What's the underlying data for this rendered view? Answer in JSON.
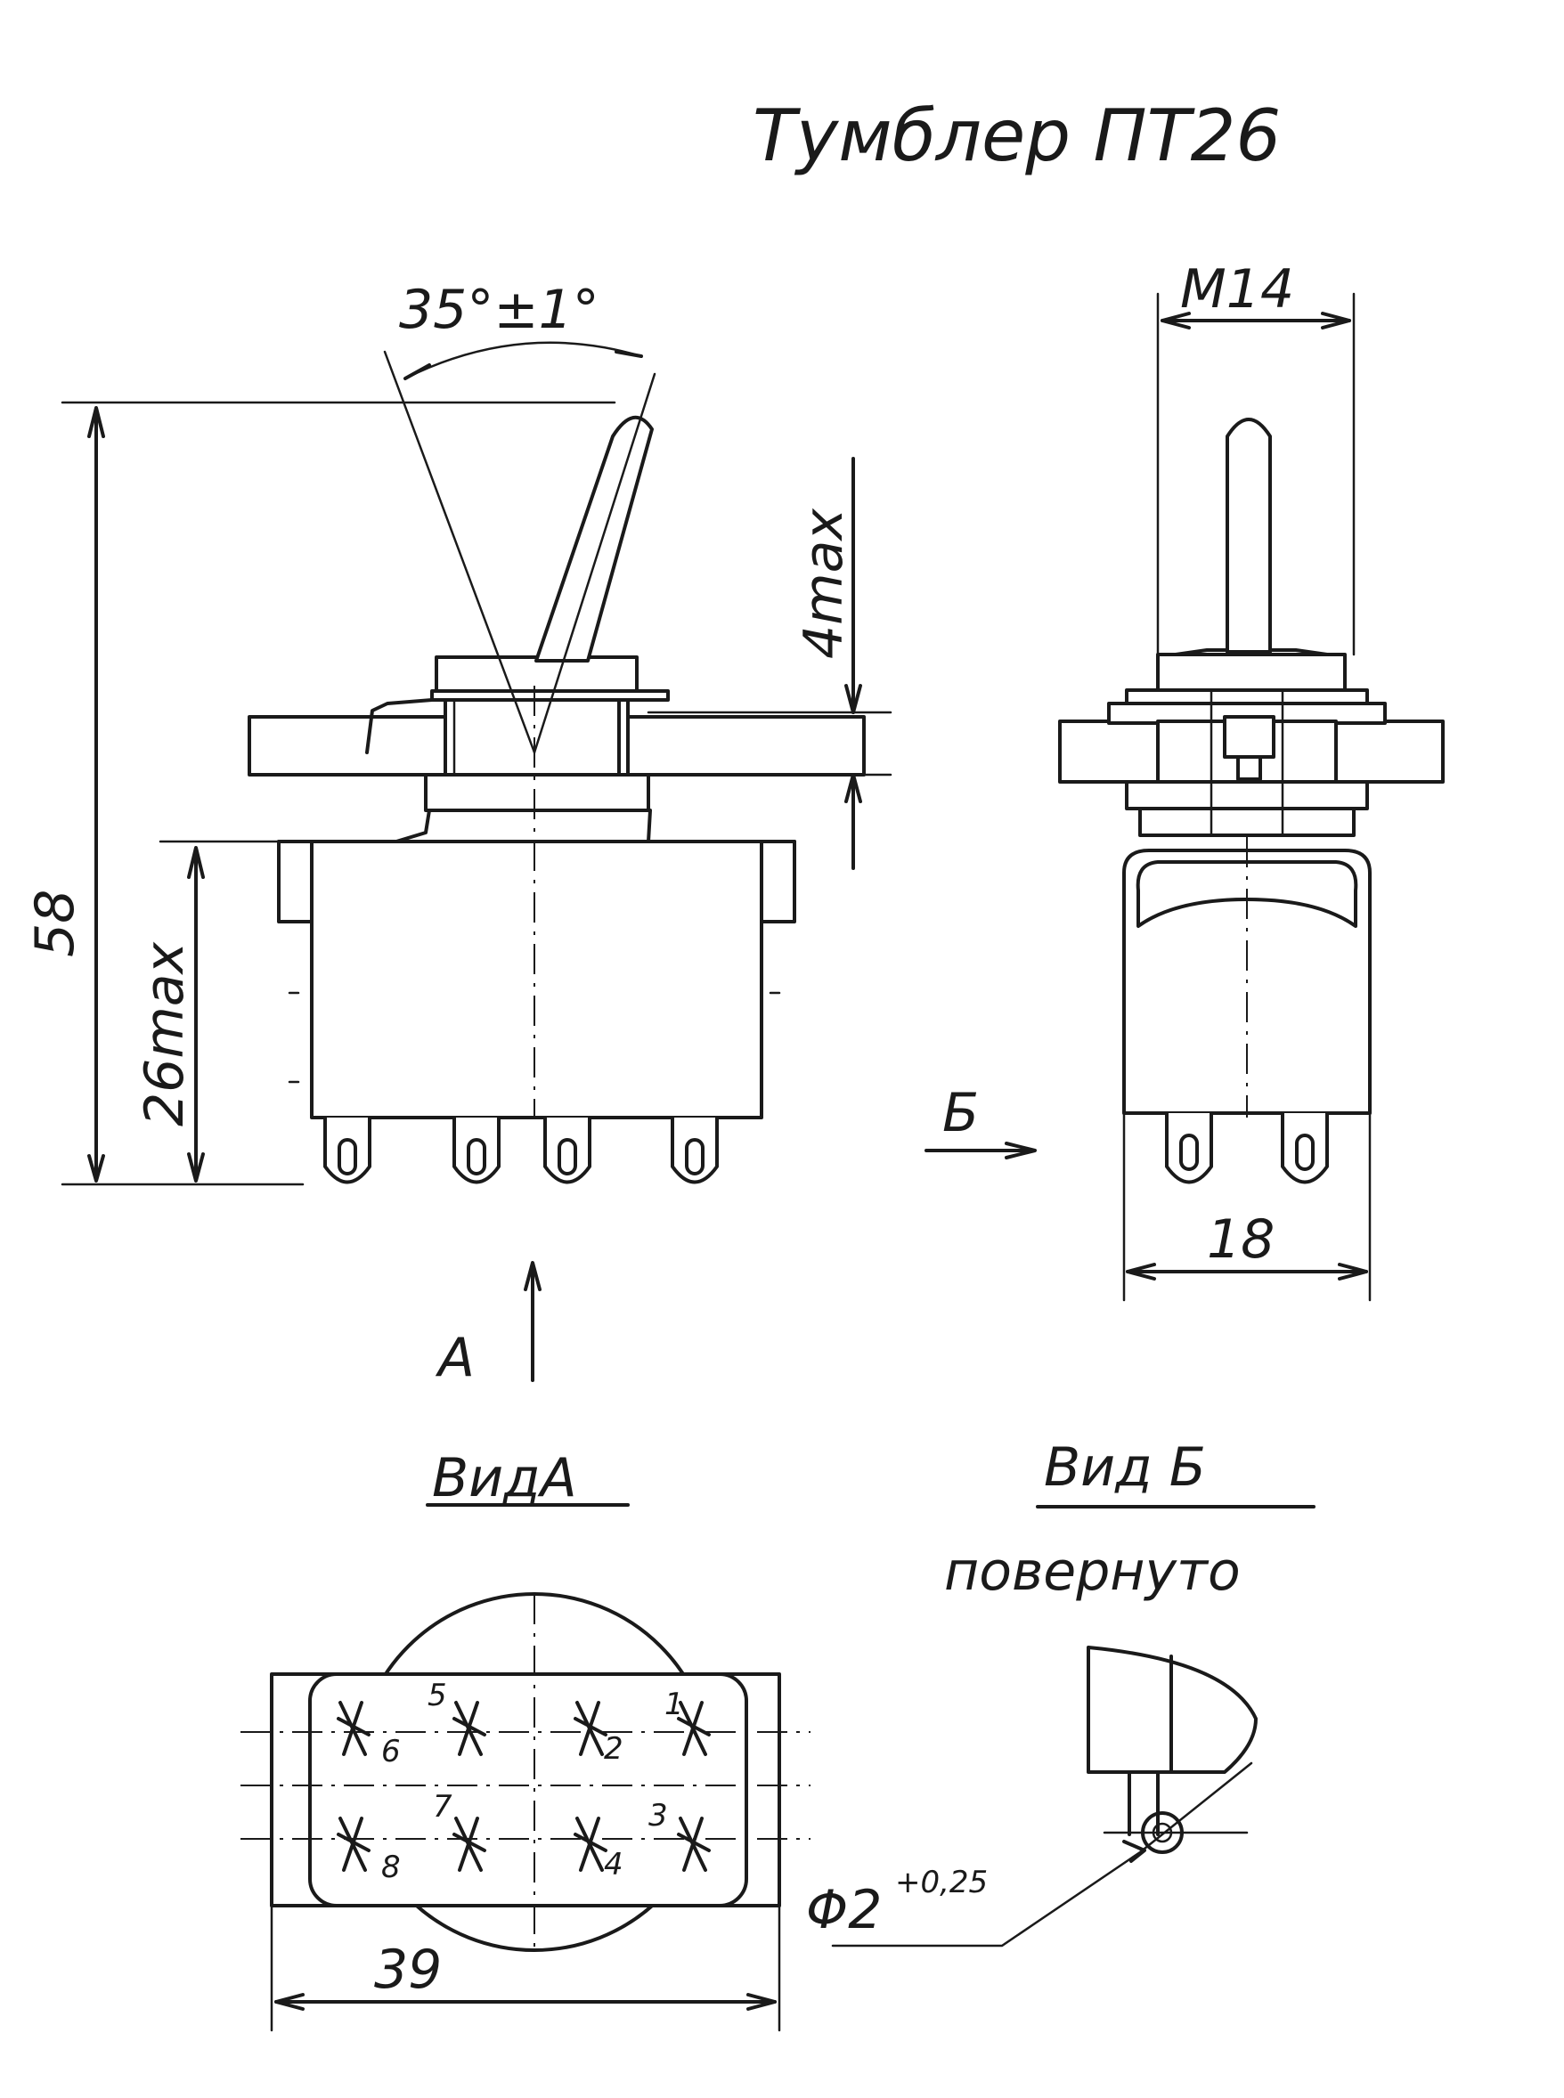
{
  "title": "Тумблер ПТ26",
  "dimensions": {
    "angle": "35°±1°",
    "thread": "М14",
    "stroke": "4max",
    "height_total": "58",
    "body_height": "26max",
    "width_side": "18",
    "width_bottom": "39",
    "hole": "Φ2",
    "hole_tolerance": "+0,25"
  },
  "views": {
    "arrow_a": "А",
    "arrow_b": "Б",
    "view_a": "ВидА",
    "view_b": "Вид Б",
    "view_b_note": "повернуто"
  },
  "terminal_numbers": [
    "1",
    "2",
    "3",
    "4",
    "5",
    "6",
    "7",
    "8"
  ]
}
